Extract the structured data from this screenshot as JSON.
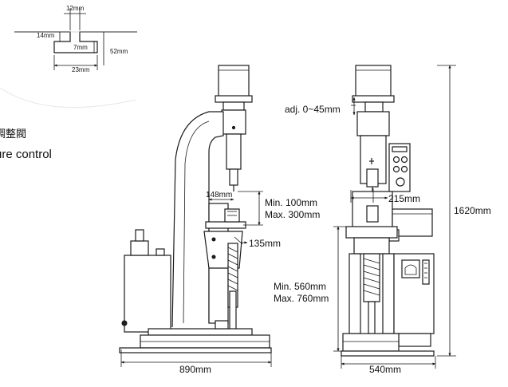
{
  "inset": {
    "top_width": "12mm",
    "top_height": "14mm",
    "slot_depth": "7mm",
    "bottom_width": "23mm",
    "total_height": "52mm"
  },
  "legend": {
    "chinese_partial": "調整閥",
    "english_partial": "ure control"
  },
  "side_view": {
    "throat": "148mm",
    "stroke_min": "Min.  100mm",
    "stroke_max": "Max. 300mm",
    "table_offset": "135mm",
    "depth": "890mm"
  },
  "front_view": {
    "adjust": "adj. 0~45mm",
    "head_width": "215mm",
    "table_min": "Min.  560mm",
    "table_max": "Max.  760mm",
    "width": "540mm",
    "height": "1620mm"
  }
}
